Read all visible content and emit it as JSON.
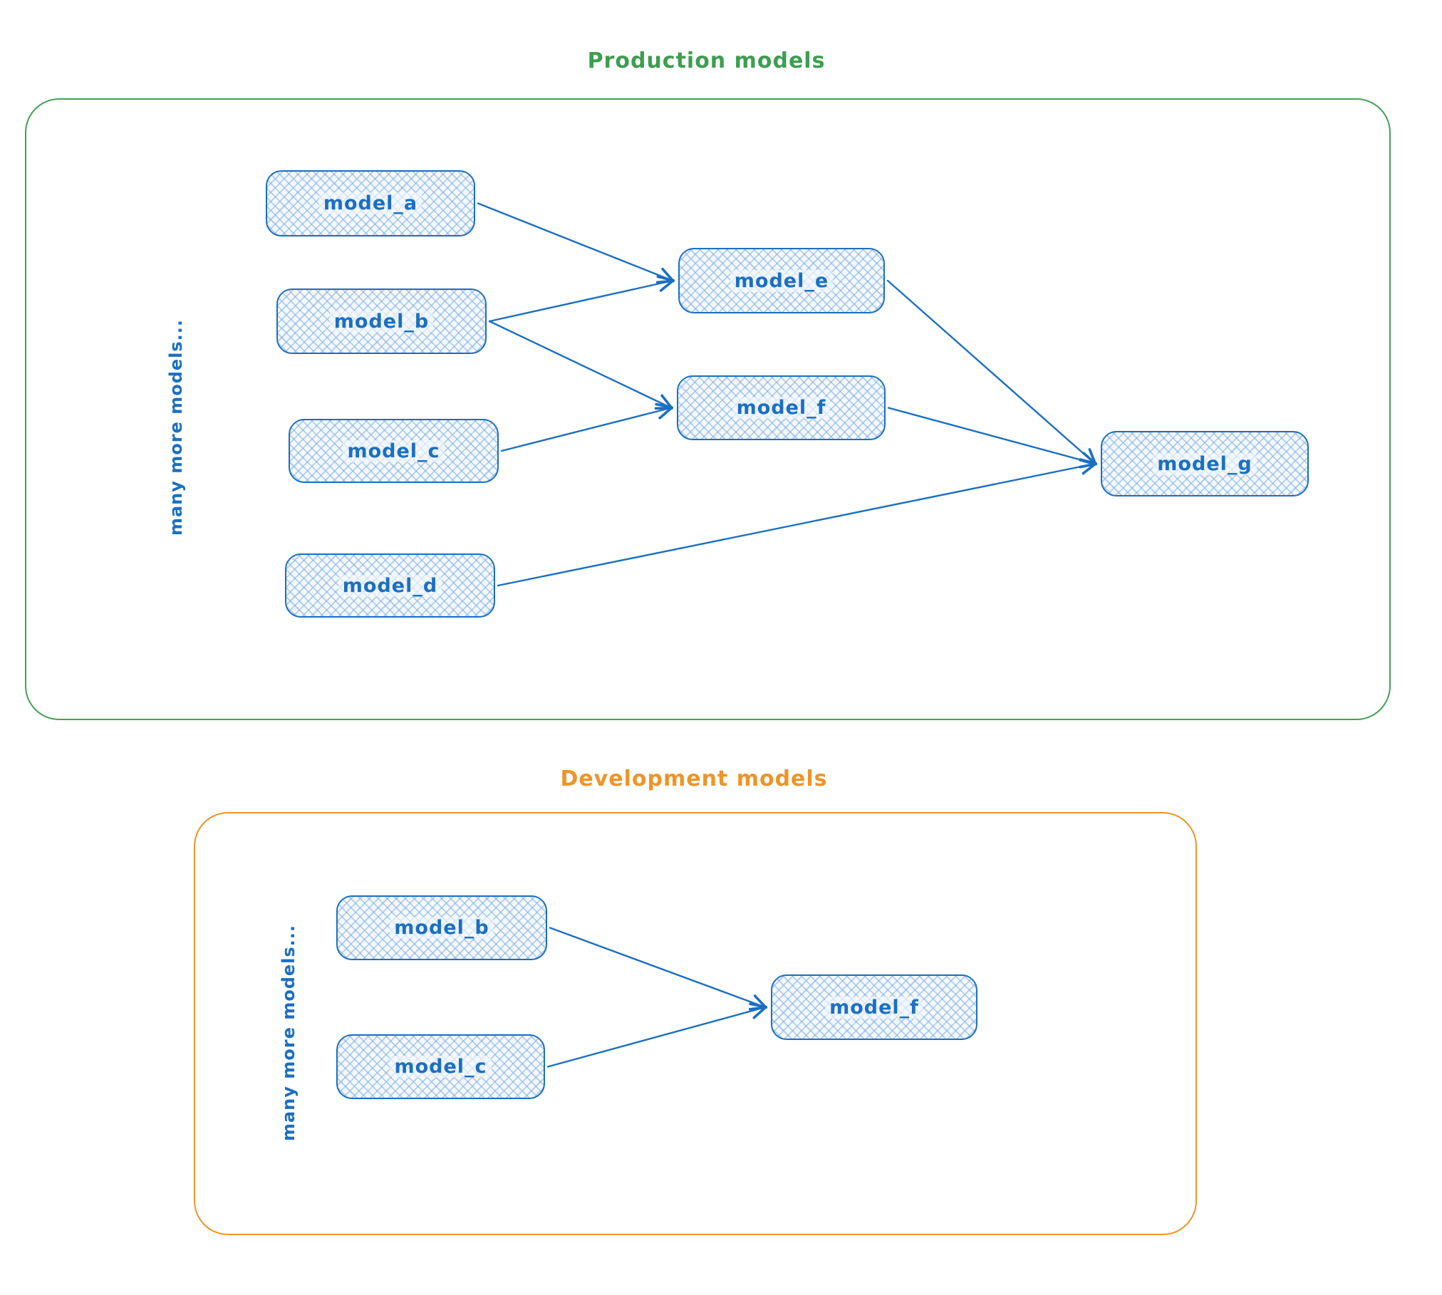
{
  "colors": {
    "node_stroke": "#1b6fc2",
    "node_text": "#1b6fc2",
    "node_fill_hatch": "#7daadf",
    "production_accent": "#3d9e50",
    "development_accent": "#ee9428"
  },
  "production": {
    "title": "Production models",
    "side_label": "many more models...",
    "nodes": [
      {
        "id": "prod-model-a",
        "label": "model_a"
      },
      {
        "id": "prod-model-b",
        "label": "model_b"
      },
      {
        "id": "prod-model-c",
        "label": "model_c"
      },
      {
        "id": "prod-model-d",
        "label": "model_d"
      },
      {
        "id": "prod-model-e",
        "label": "model_e"
      },
      {
        "id": "prod-model-f",
        "label": "model_f"
      },
      {
        "id": "prod-model-g",
        "label": "model_g"
      }
    ],
    "edges": [
      {
        "from": "prod-model-a",
        "to": "prod-model-e"
      },
      {
        "from": "prod-model-b",
        "to": "prod-model-e"
      },
      {
        "from": "prod-model-b",
        "to": "prod-model-f"
      },
      {
        "from": "prod-model-c",
        "to": "prod-model-f"
      },
      {
        "from": "prod-model-e",
        "to": "prod-model-g"
      },
      {
        "from": "prod-model-f",
        "to": "prod-model-g"
      },
      {
        "from": "prod-model-d",
        "to": "prod-model-g"
      }
    ]
  },
  "development": {
    "title": "Development models",
    "side_label": "many more models...",
    "nodes": [
      {
        "id": "dev-model-b",
        "label": "model_b"
      },
      {
        "id": "dev-model-c",
        "label": "model_c"
      },
      {
        "id": "dev-model-f",
        "label": "model_f"
      }
    ],
    "edges": [
      {
        "from": "dev-model-b",
        "to": "dev-model-f"
      },
      {
        "from": "dev-model-c",
        "to": "dev-model-f"
      }
    ]
  }
}
